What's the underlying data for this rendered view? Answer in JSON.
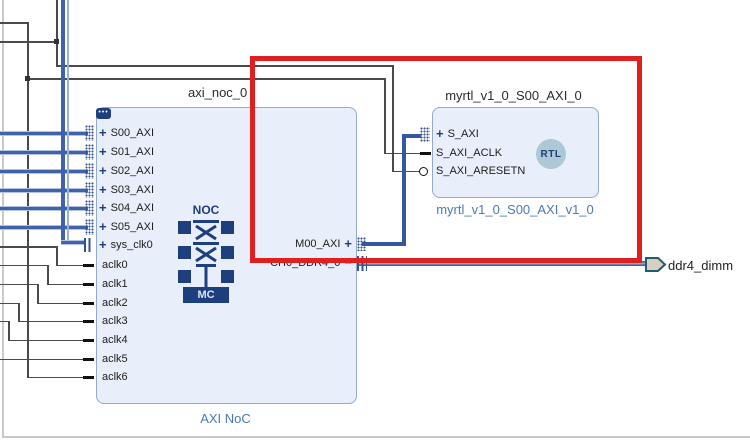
{
  "noc_block": {
    "title": "axi_noc_0",
    "subtitle": "AXI NoC",
    "icon": {
      "noc_label": "NOC",
      "mc_label": "MC",
      "dots": "•••"
    },
    "left_ports": [
      {
        "label": "S00_AXI",
        "sign": "+"
      },
      {
        "label": "S01_AXI",
        "sign": "+"
      },
      {
        "label": "S02_AXI",
        "sign": "+"
      },
      {
        "label": "S03_AXI",
        "sign": "+"
      },
      {
        "label": "S04_AXI",
        "sign": "+"
      },
      {
        "label": "S05_AXI",
        "sign": "+"
      },
      {
        "label": "sys_clk0",
        "sign": "+"
      },
      {
        "label": "aclk0",
        "sign": ""
      },
      {
        "label": "aclk1",
        "sign": ""
      },
      {
        "label": "aclk2",
        "sign": ""
      },
      {
        "label": "aclk3",
        "sign": ""
      },
      {
        "label": "aclk4",
        "sign": ""
      },
      {
        "label": "aclk5",
        "sign": ""
      },
      {
        "label": "aclk6",
        "sign": ""
      }
    ],
    "right_ports": [
      {
        "label": "M00_AXI",
        "sign": "+"
      },
      {
        "label": "CH0_DDR4_0",
        "sign": "−"
      }
    ]
  },
  "rtl_block": {
    "title": "myrtl_v1_0_S00_AXI_0",
    "subtitle": "myrtl_v1_0_S00_AXI_v1_0",
    "badge": "RTL",
    "ports": [
      {
        "label": "S_AXI",
        "sign": "+"
      },
      {
        "label": "S_AXI_ACLK",
        "sign": ""
      },
      {
        "label": "S_AXI_ARESETN",
        "sign": ""
      }
    ]
  },
  "external_port": {
    "label": "ddr4_dimm"
  },
  "colors": {
    "highlight_red": "#e02020",
    "bus_blue": "#3f62a8",
    "navy_accent": "#1e3f7d",
    "label_blue": "#4a7ab5",
    "block_fill": "#e9effa",
    "block_border": "#93a9ce",
    "thin_wire": "#4a4a4a",
    "ddr_connector_fill": "#d8cfc2",
    "ddr_connector_border": "#1e5f6b"
  }
}
